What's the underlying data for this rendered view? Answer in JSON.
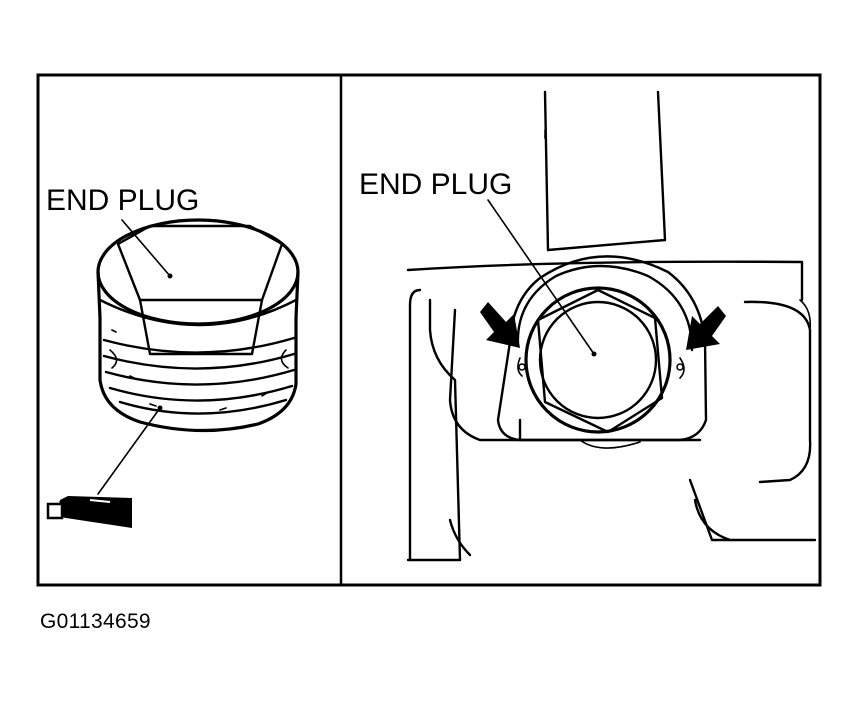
{
  "figure": {
    "left_panel": {
      "label": "END PLUG"
    },
    "right_panel": {
      "label": "END PLUG"
    },
    "figure_id": "G01134659"
  },
  "icons": {
    "sealant_tube": "sealant-tube-icon",
    "arrows": "arrow-icon"
  },
  "colors": {
    "ink": "#000000",
    "paper": "#ffffff"
  }
}
